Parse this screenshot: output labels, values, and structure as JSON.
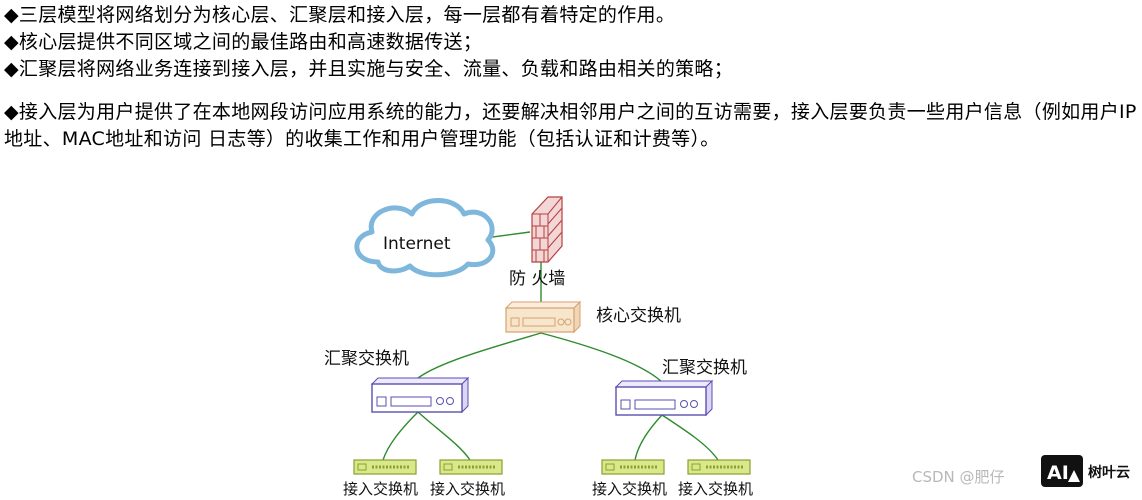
{
  "bullets": [
    "◆三层模型将网络划分为核心层、汇聚层和接入层，每一层都有着特定的作用。",
    "◆核心层提供不同区域之间的最佳路由和高速数据传送；",
    "◆汇聚层将网络业务连接到接入层，并且实施与安全、流量、负载和路由相关的策略；",
    "◆接入层为用户提供了在本地网段访问应用系统的能力，还要解决相邻用户之间的互访需要，接入层要负责一些用户信息（例如用户IP地址、MAC地址和访问 日志等）的收集工作和用户管理功能（包括认证和计费等）。"
  ],
  "diagram": {
    "internet_label": "Internet",
    "firewall_label": "防  火墙",
    "core_label": "核心交换机",
    "aggregation_left_label": "汇聚交换机",
    "aggregation_right_label": "汇聚交换机",
    "access_labels": [
      "接入交换机",
      "接入交换机",
      "接入交换机",
      "接入交换机"
    ]
  },
  "watermark": {
    "csdn_text": "CSDN @肥仔",
    "logo_text": "AI",
    "brand_text": "树叶云"
  },
  "colors": {
    "line": "#2e8b2e",
    "cloud_stroke": "#7fb7dc",
    "firewall": "#b84040",
    "core_fill": "#f6e6cc",
    "core_stroke": "#d9a070",
    "agg_stroke": "#5a4fb0",
    "access_fill": "#d9e88a",
    "access_stroke": "#8aa030"
  }
}
